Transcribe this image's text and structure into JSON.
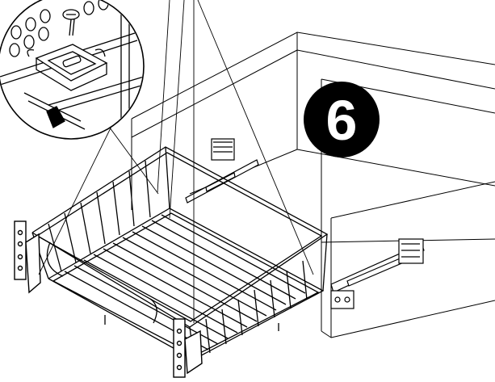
{
  "diagram": {
    "step_number": "6",
    "colors": {
      "line": "#000000",
      "background": "#ffffff",
      "badge_fill": "#000000",
      "badge_text": "#ffffff"
    },
    "parts": [
      "cabinet-outline",
      "wire-basket",
      "left-rail-bracket",
      "right-rail-bracket",
      "telescopic-runner",
      "detail-callout"
    ]
  }
}
